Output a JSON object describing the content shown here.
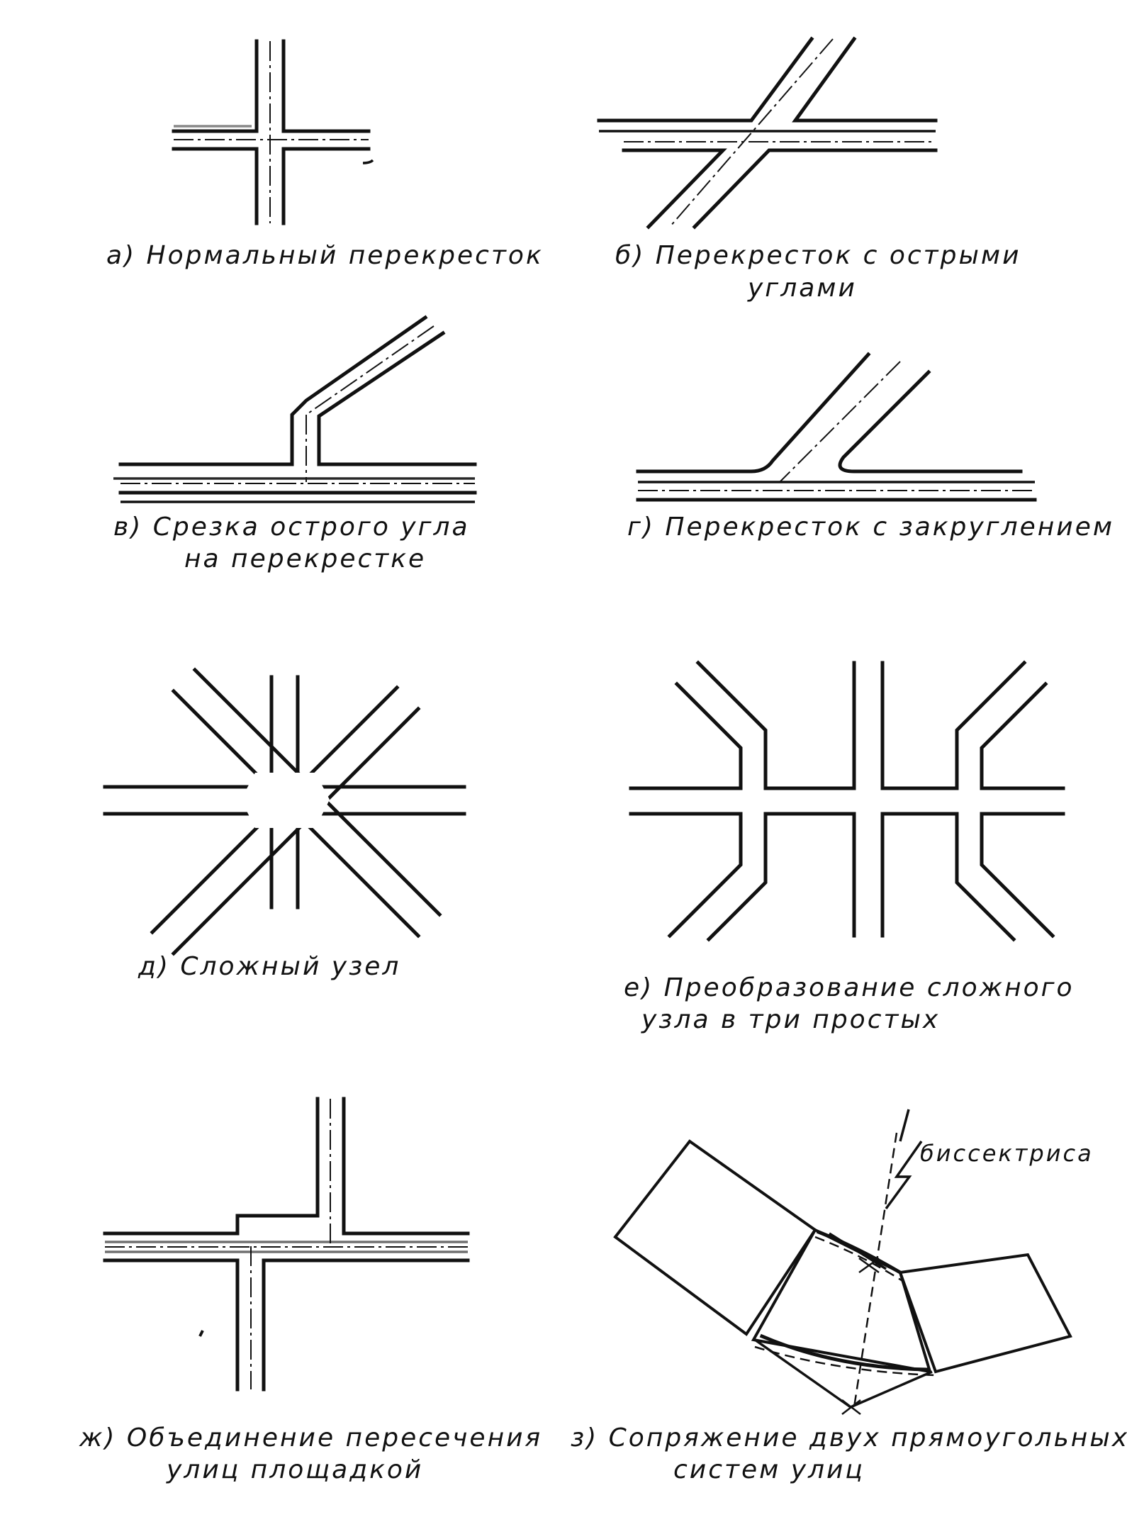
{
  "panels": [
    {
      "id": "a",
      "lines": [
        "а) Нормальный перекресток"
      ]
    },
    {
      "id": "b",
      "lines": [
        "б)  Перекресток с острыми",
        "углами"
      ]
    },
    {
      "id": "v",
      "lines": [
        "в) Срезка острого угла",
        "на перекрестке"
      ]
    },
    {
      "id": "g",
      "lines": [
        "г) Перекресток с закруглением"
      ]
    },
    {
      "id": "d",
      "lines": [
        "д)  Сложный узел"
      ]
    },
    {
      "id": "e",
      "lines": [
        "е) Преобразование сложного",
        "узла в три простых"
      ]
    },
    {
      "id": "zh",
      "lines": [
        "ж) Объединение пересечения",
        "улиц площадкой"
      ]
    },
    {
      "id": "z",
      "lines": [
        "з) Сопряжение двух прямоугольных",
        "систем улиц"
      ]
    }
  ],
  "annotations": {
    "bisector": "биссектриса"
  },
  "colors": {
    "ink": "#111111",
    "paper": "#ffffff"
  }
}
